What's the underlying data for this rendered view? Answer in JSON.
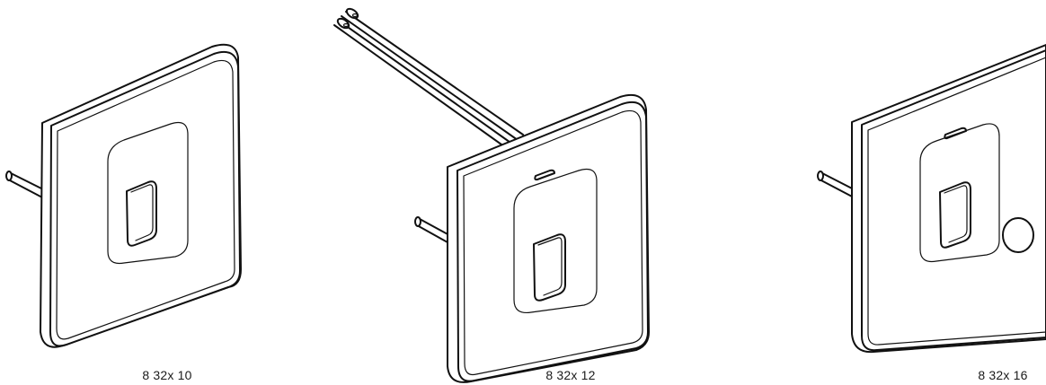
{
  "products": [
    {
      "code": "8 32x 10"
    },
    {
      "code": "8 32x 12"
    },
    {
      "code": "8 32x 16"
    }
  ]
}
